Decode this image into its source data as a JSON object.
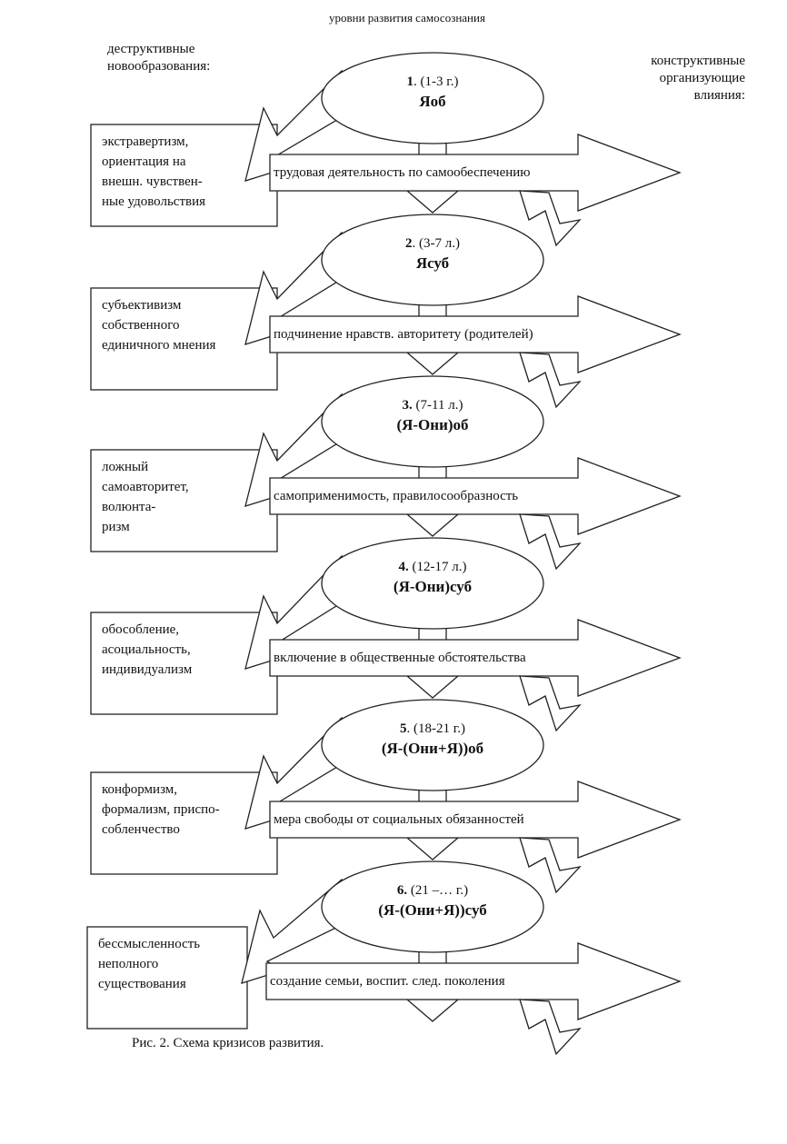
{
  "header": {
    "title": "уровни развития самосознания",
    "left_heading": "деструктивные\nновообразования:",
    "right_heading": "конструктивные\nорганизующие\nвлияния:"
  },
  "levels": [
    {
      "num": "1",
      "age": ". (1-3 г.)",
      "sym": "Яоб",
      "left": "экстравертизм,\nориентация на\nвнешн. чувствен-\nные удовольствия",
      "right": "трудовая деятельность по самообеспечению"
    },
    {
      "num": "2",
      "age": ". (3-7 л.)",
      "sym": "Ясуб",
      "left": "субъективизм\nсобственного\nединичного мнения",
      "right": "подчинение нравств. авторитету (родителей)"
    },
    {
      "num": "3.",
      "age": " (7-11 л.)",
      "sym": "(Я-Они)об",
      "left": "ложный\nсамоавторитет,\nволюнта-\nризм",
      "right": "самоприменимость, правилосообразность"
    },
    {
      "num": "4.",
      "age": " (12-17 л.)",
      "sym": "(Я-Они)суб",
      "left": "обособление,\nасоциальность,\nиндивидуализм",
      "right": "включение в общественные обстоятельства"
    },
    {
      "num": "5",
      "age": ". (18-21 г.)",
      "sym": "(Я-(Они+Я))об",
      "left": "конформизм,\nформализм, приспо-\nсобленчество",
      "right": "мера свободы от социальных обязанностей"
    },
    {
      "num": "6.",
      "age": " (21 –… г.)",
      "sym": "(Я-(Они+Я))суб",
      "left": "бессмысленность\nнеполного\nсуществования",
      "right": "создание семьи, воспит. след. поколения"
    }
  ],
  "caption": "Рис. 2. Схема кризисов развития."
}
